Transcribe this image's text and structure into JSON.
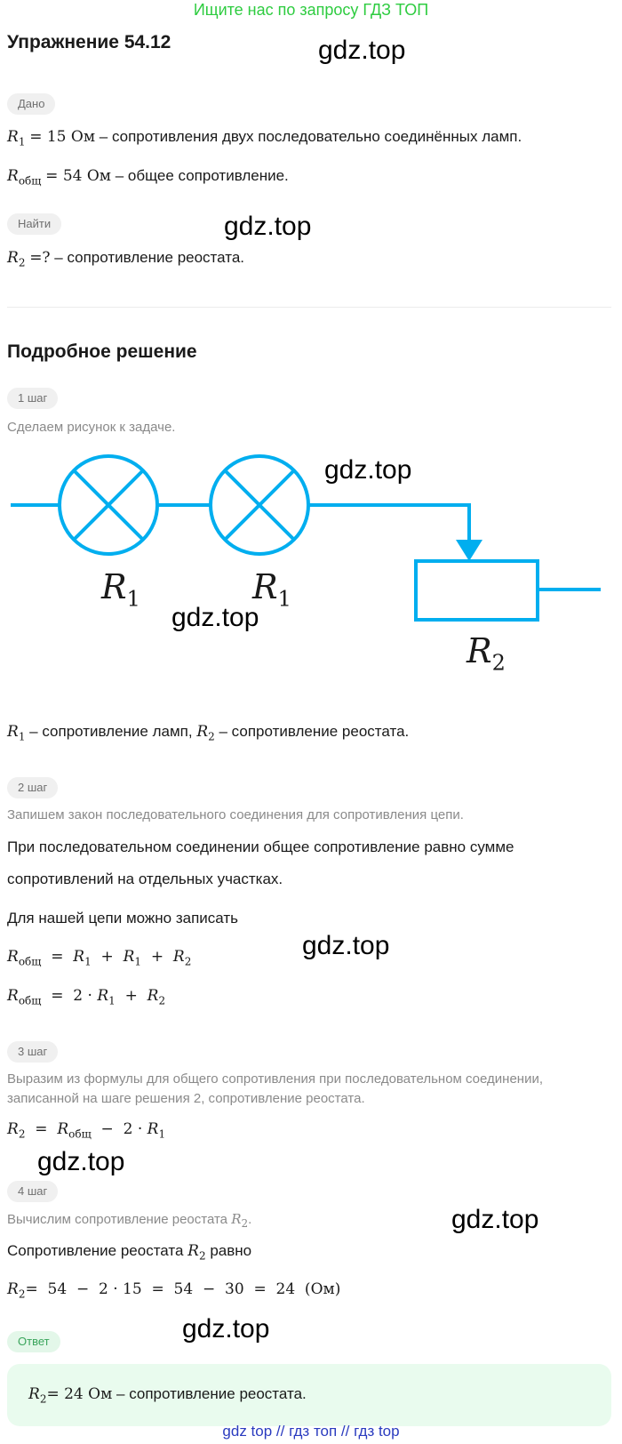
{
  "banner": "Ищите нас по запросу ГДЗ ТОП",
  "title": "Упражнение 54.12",
  "watermark": "gdz.top",
  "given": {
    "chip": "Дано",
    "r1": {
      "var": "R",
      "sub": "1",
      "value": "15 Ом",
      "desc": " – сопротивления двух последовательно соединённых ламп."
    },
    "rtotal": {
      "var": "R",
      "sub": "общ",
      "value": "54 Ом",
      "desc": " – общее сопротивление."
    }
  },
  "find": {
    "chip": "Найти",
    "var": "R",
    "sub": "2",
    "expr": "=?",
    "desc": " – сопротивление реостата."
  },
  "solution_title": "Подробное решение",
  "steps": {
    "s1": {
      "chip": "1 шаг",
      "hint": "Сделаем рисунок к задаче.",
      "labels": {
        "lamp1": "R",
        "lamp1_sub": "1",
        "lamp2": "R",
        "lamp2_sub": "1",
        "rheo": "R",
        "rheo_sub": "2"
      },
      "note_a": " – сопротивление ламп, ",
      "note_b": " – сопротивление реостата."
    },
    "s2": {
      "chip": "2 шаг",
      "hint": "Запишем закон последовательного соединения для сопротивления цепи.",
      "text1": "При последовательном соединении общее сопротивление равно сумме",
      "text2": "сопротивлений на отдельных участках.",
      "text3": "Для нашей цепи можно записать"
    },
    "s3": {
      "chip": "3 шаг",
      "hint1": "Выразим из формулы для общего сопротивления при последовательном соединении,",
      "hint2": "записанной на шаге решения 2, сопротивление реостата."
    },
    "s4": {
      "chip": "4 шаг",
      "hint": "Вычислим сопротивление реостата ",
      "text": "Сопротивление реостата ",
      "text_end": " равно",
      "calc": "=  54  −  2 · 15  =  54  −  30  =  24  (Ом)"
    }
  },
  "answer": {
    "chip": "Ответ",
    "value": "= 24 Ом",
    "desc": " – сопротивление реостата."
  },
  "bottom": "gdz top  //  гдз топ  //  гдз top",
  "colors": {
    "accent": "#00aeef",
    "green": "#2ecc40",
    "link": "#2a3bbf"
  }
}
